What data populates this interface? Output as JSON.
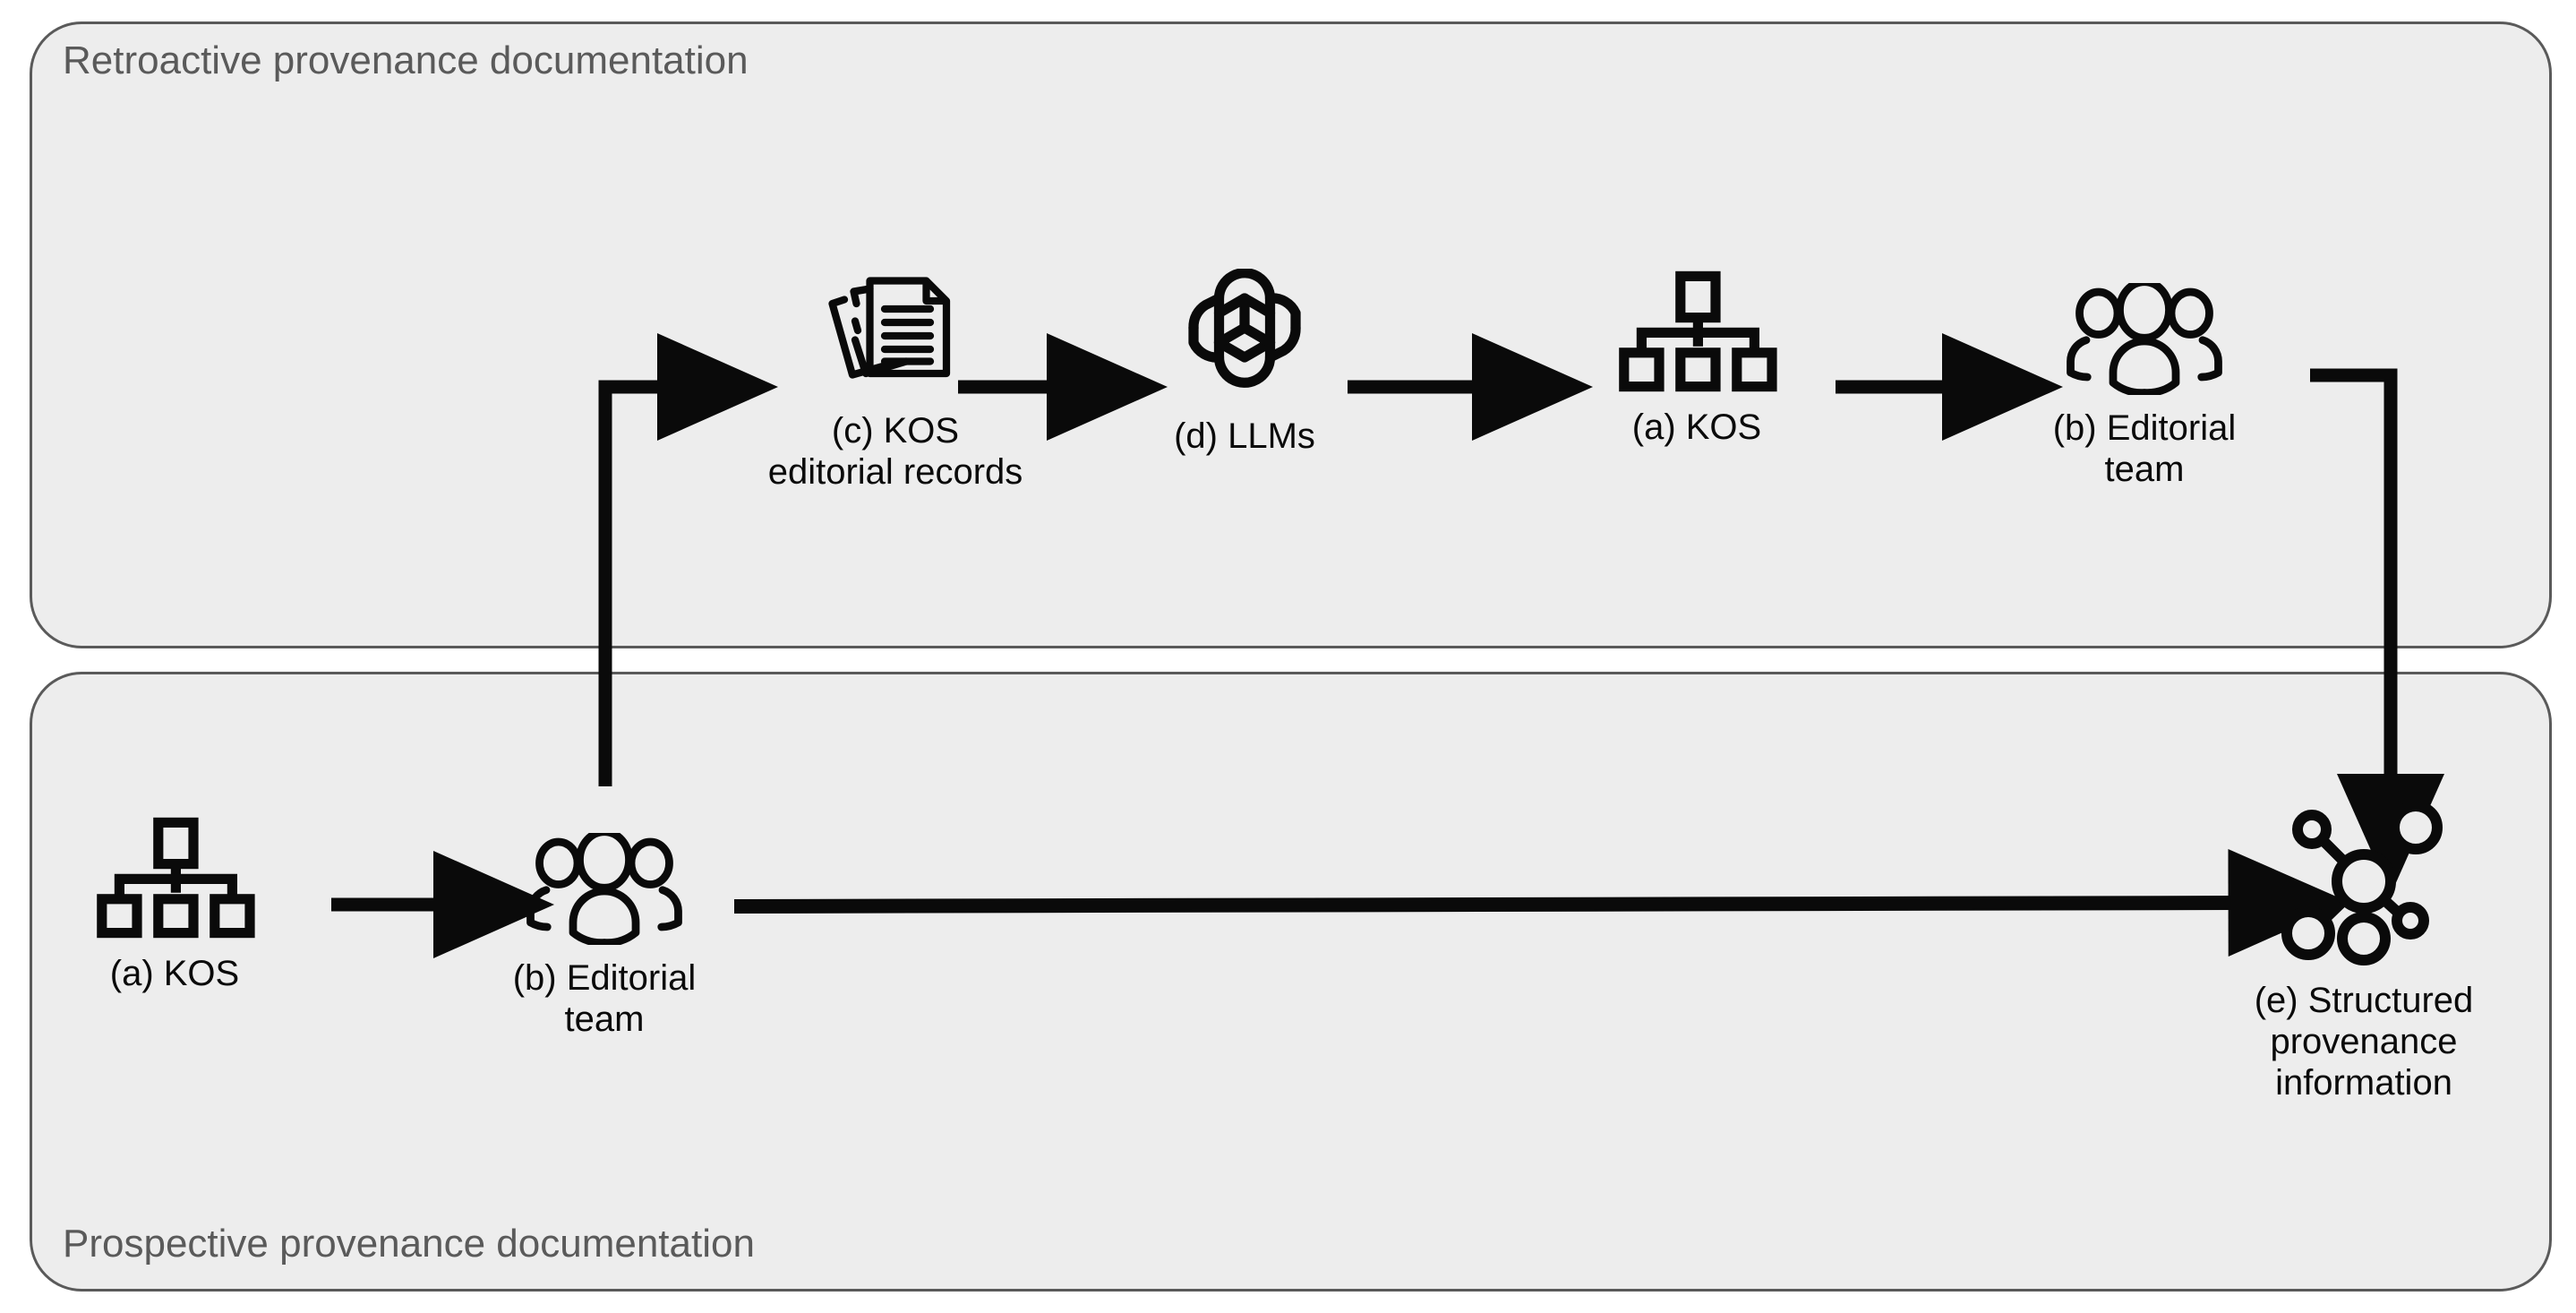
{
  "figure": {
    "type": "flow-diagram",
    "background_color": "#ffffff",
    "panel_fill": "#ededed",
    "panel_border_color": "#5a5a5a",
    "panel_title_color": "#5a5a5a",
    "ink_color": "#0a0a0a"
  },
  "panels": {
    "retroactive": {
      "title": "Retroactive provenance documentation",
      "title_position": "top-left"
    },
    "prospective": {
      "title": "Prospective provenance documentation",
      "title_position": "bottom-left"
    }
  },
  "nodes": {
    "kos_editorial_records": {
      "label": "(c) KOS\neditorial records",
      "icon": "documents-stack-icon",
      "panel": "retroactive"
    },
    "llms": {
      "label": "(d) LLMs",
      "icon": "openai-knot-icon",
      "panel": "retroactive"
    },
    "kos_top": {
      "label": "(a) KOS",
      "icon": "hierarchy-tree-icon",
      "panel": "retroactive"
    },
    "editorial_team_top": {
      "label": "(b) Editorial\nteam",
      "icon": "people-group-icon",
      "panel": "retroactive"
    },
    "kos_bottom": {
      "label": "(a) KOS",
      "icon": "hierarchy-tree-icon",
      "panel": "prospective"
    },
    "editorial_team_bottom": {
      "label": "(b) Editorial\nteam",
      "icon": "people-group-icon",
      "panel": "prospective"
    },
    "structured_provenance": {
      "label": "(e) Structured\nprovenance\ninformation",
      "icon": "network-graph-icon",
      "panel": "prospective"
    }
  },
  "edges": [
    {
      "from": "editorial_team_bottom",
      "to": "kos_editorial_records",
      "style": "elbow-up-right",
      "arrow": true
    },
    {
      "from": "kos_editorial_records",
      "to": "llms",
      "style": "straight-right",
      "arrow": true
    },
    {
      "from": "llms",
      "to": "kos_top",
      "style": "straight-right",
      "arrow": true
    },
    {
      "from": "kos_top",
      "to": "editorial_team_top",
      "style": "straight-right",
      "arrow": true
    },
    {
      "from": "editorial_team_top",
      "to": "structured_provenance",
      "style": "elbow-right-down",
      "arrow": true
    },
    {
      "from": "kos_bottom",
      "to": "editorial_team_bottom",
      "style": "straight-right",
      "arrow": true
    },
    {
      "from": "editorial_team_bottom",
      "to": "structured_provenance",
      "style": "straight-right-long",
      "arrow": true
    }
  ]
}
